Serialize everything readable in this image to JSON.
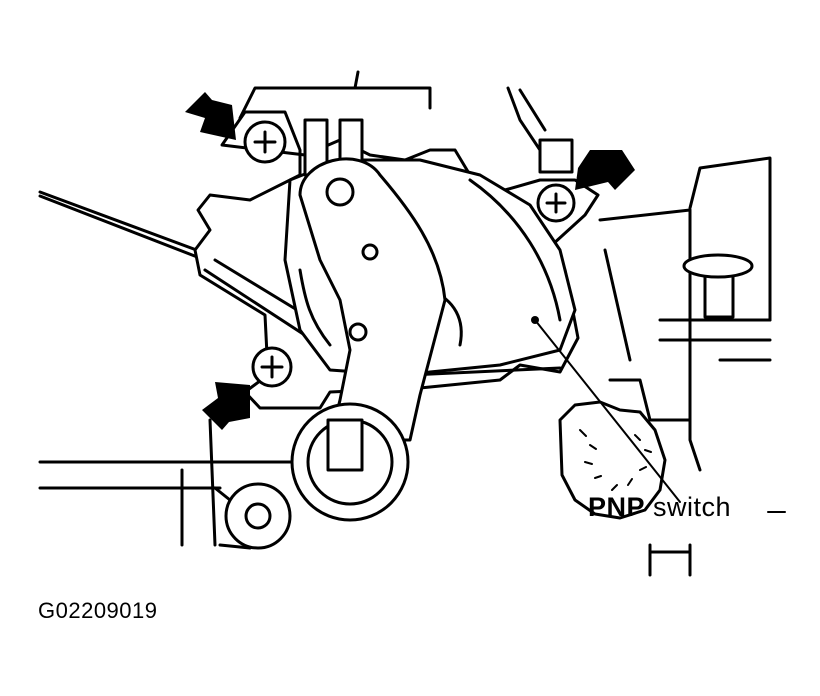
{
  "labels": {
    "pnp": "PNP",
    "switch": "switch",
    "figure_code": "G02209019"
  },
  "colors": {
    "line": "#000000",
    "background": "#ffffff"
  },
  "annotations": {
    "arrow_count": 3,
    "arrow_targets": [
      "upper-left-screw",
      "upper-right-screw",
      "lower-left-screw"
    ]
  }
}
